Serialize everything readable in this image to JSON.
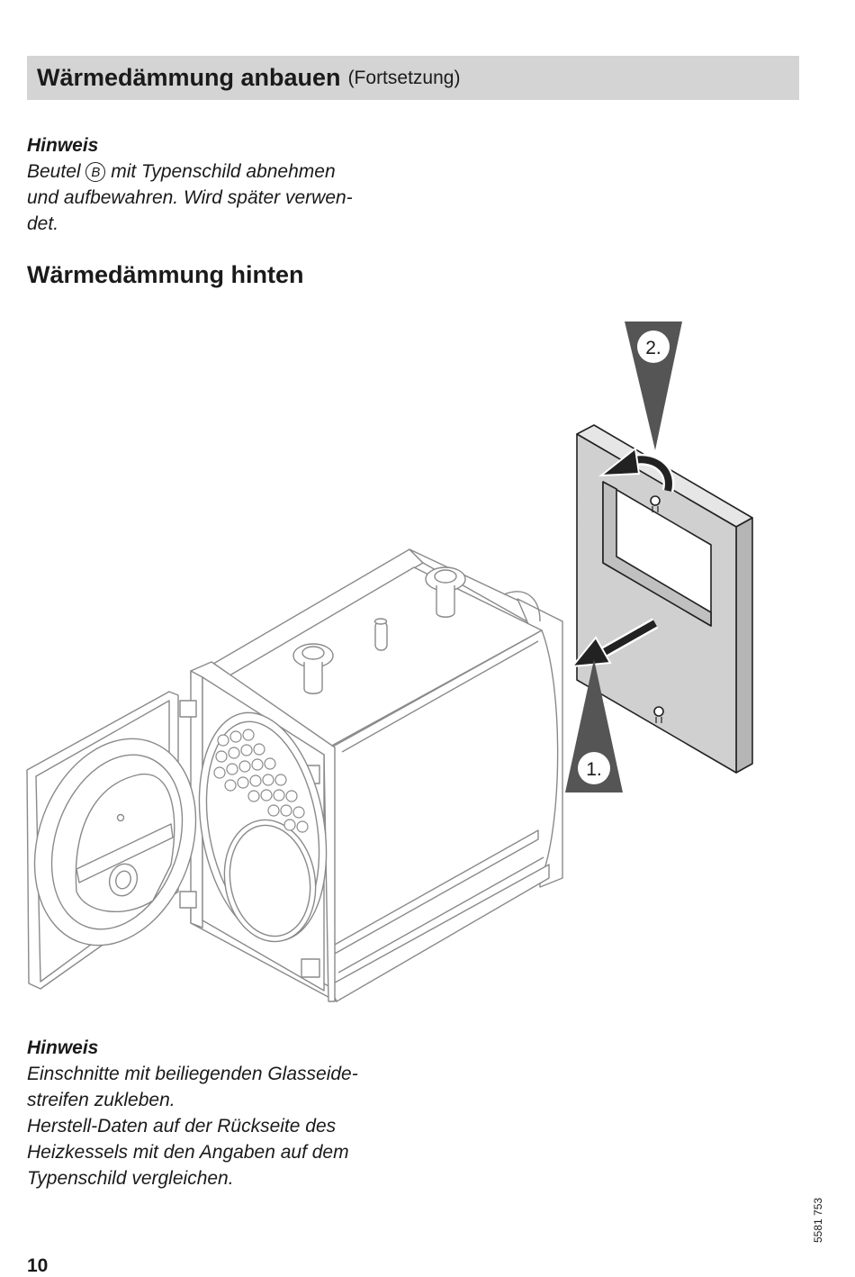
{
  "header": {
    "title": "Wärmedämmung anbauen",
    "subtitle": "(Fortsetzung)"
  },
  "note1": {
    "label": "Hinweis",
    "line1_pre": "Beutel ",
    "marker": "B",
    "line1_post": " mit Typenschild abnehmen",
    "line2": "und aufbewahren. Wird später verwen-",
    "line3": "det."
  },
  "section": {
    "title": "Wärmedämmung hinten"
  },
  "figure": {
    "step1": "1.",
    "step2": "2.",
    "icons": [
      "boiler-illustration",
      "insulation-panel",
      "arrow-left-icon",
      "curved-arrow-icon",
      "step-pointer-icon"
    ]
  },
  "note2": {
    "label": "Hinweis",
    "lines": [
      "Einschnitte mit beiliegenden Glasseide-",
      "streifen zukleben.",
      "Herstell-Daten auf der Rückseite des",
      "Heizkessels mit den Angaben auf dem",
      "Typenschild vergleichen."
    ]
  },
  "footer": {
    "page_number": "10",
    "doc_number": "5581 753"
  },
  "colors": {
    "header_bg": "#d4d4d4",
    "panel_fill": "#d0d0d0",
    "pointer_fill": "#555555",
    "text": "#1a1a1a"
  }
}
